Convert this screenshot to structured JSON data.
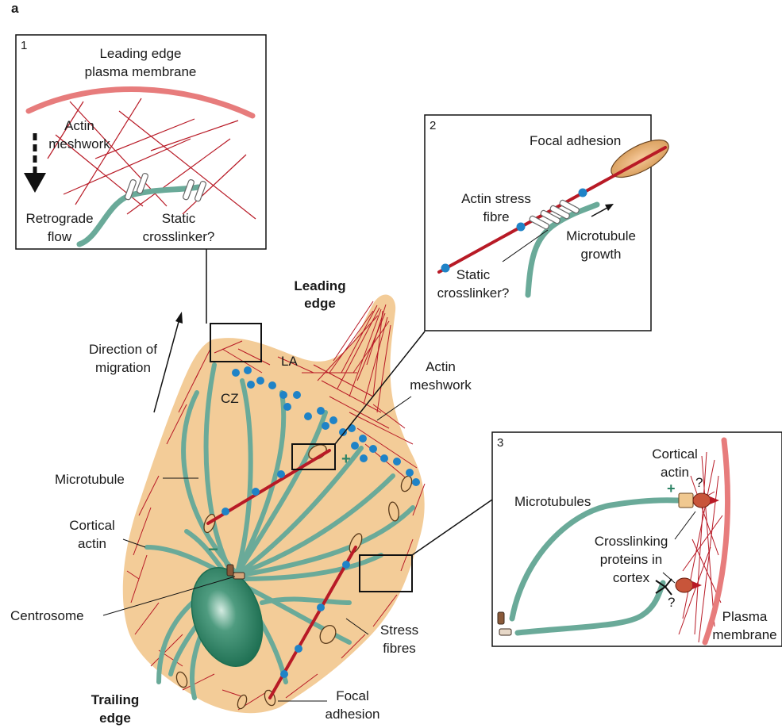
{
  "figure_label": "a",
  "main": {
    "leading_edge": [
      "Leading",
      "edge"
    ],
    "trailing_edge": [
      "Trailing",
      "edge"
    ],
    "direction": [
      "Direction of",
      "migration"
    ],
    "la": "LA",
    "cz": "CZ",
    "actin_meshwork": [
      "Actin",
      "meshwork"
    ],
    "microtubule": "Microtubule",
    "cortical_actin": [
      "Cortical",
      "actin"
    ],
    "centrosome": "Centrosome",
    "stress_fibres": [
      "Stress",
      "fibres"
    ],
    "focal_adhesion": [
      "Focal",
      "adhesion"
    ],
    "plus": "+",
    "minus": "−"
  },
  "panel1": {
    "number": "1",
    "membrane": [
      "Leading edge",
      "plasma membrane"
    ],
    "meshwork": [
      "Actin",
      "meshwork"
    ],
    "retrograde": [
      "Retrograde",
      "flow"
    ],
    "crosslinker": [
      "Static",
      "crosslinker?"
    ]
  },
  "panel2": {
    "number": "2",
    "focal_adhesion": "Focal adhesion",
    "stress_fibre": [
      "Actin stress",
      "fibre"
    ],
    "growth": [
      "Microtubule",
      "growth"
    ],
    "crosslinker": [
      "Static",
      "crosslinker?"
    ]
  },
  "panel3": {
    "number": "3",
    "cortical": [
      "Cortical",
      "actin"
    ],
    "microtubules": "Microtubules",
    "crosslinking": [
      "Crosslinking",
      "proteins in",
      "cortex"
    ],
    "plasma": [
      "Plasma",
      "membrane"
    ],
    "question": "?",
    "plus": "+"
  },
  "colors": {
    "cell_fill": "#f3cc98",
    "microtubule": "#6aaa99",
    "actin": "#b81a26",
    "eb_dot": "#1f83c7",
    "nucleus": "#2e8466",
    "membrane_pink": "#e77c7c"
  }
}
